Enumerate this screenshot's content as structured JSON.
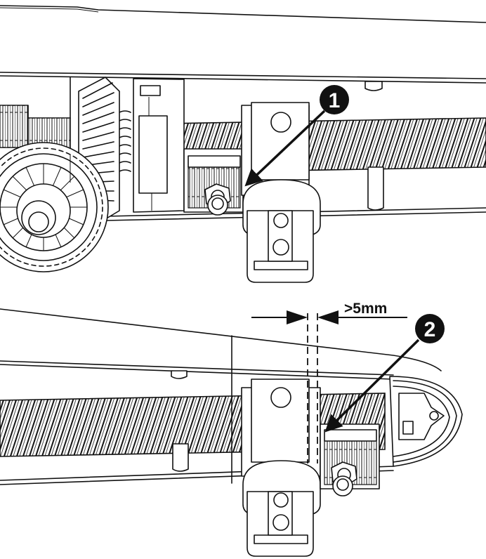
{
  "callouts": [
    {
      "id": "1",
      "label": "1"
    },
    {
      "id": "2",
      "label": "2"
    }
  ],
  "dimension": {
    "label": ">5mm"
  },
  "colors": {
    "line": "#111111",
    "background": "#ffffff",
    "callout_fill": "#111111",
    "callout_text": "#ffffff"
  }
}
